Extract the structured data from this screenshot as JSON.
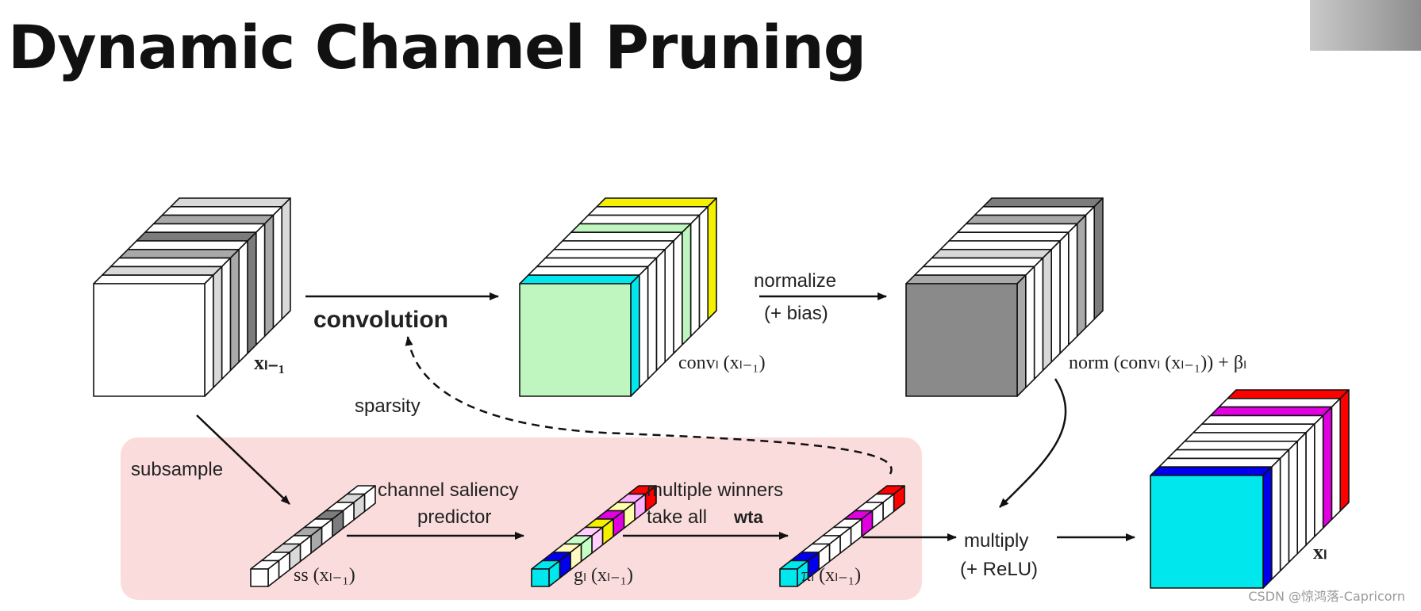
{
  "title": "Dynamic Channel Pruning",
  "watermark": "CSDN @惊鸿落-Capricorn",
  "labels": {
    "x_prev": "xₗ₋₁",
    "convolution": "convolution",
    "conv_out": "convₗ (xₗ₋₁)",
    "normalize": "normalize",
    "bias": "(+ bias)",
    "norm_out": "norm (convₗ (xₗ₋₁)) + βₗ",
    "sparsity": "sparsity",
    "subsample": "subsample",
    "ss": "ss (xₗ₋₁)",
    "saliency_1": "channel saliency",
    "saliency_2": "predictor",
    "g": "gₗ (xₗ₋₁)",
    "wta_1": "multiple winners",
    "wta_2": "take all",
    "wta_tag": "wta",
    "pi": "πₗ (xₗ₋₁)",
    "multiply": "multiply",
    "relu": "(+ ReLU)",
    "x_out": "xₗ"
  },
  "colors": {
    "panel": "#fbdcdc",
    "green": "#bff5bf",
    "cyan": "#00e8ee",
    "yellow": "#f4f000",
    "red": "#ff0000",
    "magenta": "#e000e0",
    "blue": "#0000ee",
    "dark_gray": "#8a8a8a"
  }
}
